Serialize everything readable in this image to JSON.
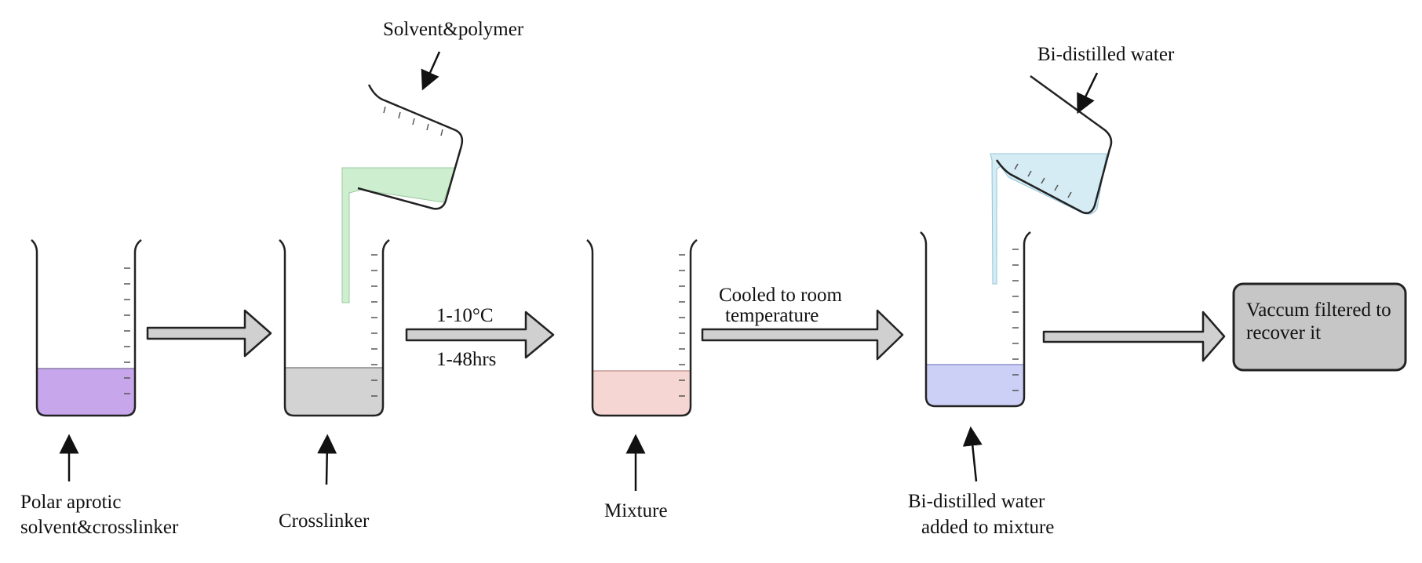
{
  "labels": {
    "solvent_polymer": "Solvent&polymer",
    "bi_distilled_water_top": "Bi-distilled water",
    "polar_line1": "Polar aprotic",
    "polar_line2": "solvent&crosslinker",
    "crosslinker": "Crosslinker",
    "mixture": "Mixture",
    "added_line1": "Bi-distilled water",
    "added_line2": "added to mixture"
  },
  "steps": {
    "temp": "1-10°C",
    "time": "1-48hrs",
    "cooled_line1": "Cooled to room",
    "cooled_line2": "temperature",
    "final_line1": "Vaccum filtered to",
    "final_line2": "recover it"
  },
  "colors": {
    "beaker1_liquid": "#c7a6ec",
    "beaker2_liquid": "#d3d3d3",
    "beaker3_liquid": "#f6d6d2",
    "beaker4_liquid": "#cdd0f6",
    "green_pour": "#cdefd0",
    "blue_pour": "#d5ecf5",
    "arrow_fill": "#d0d0d0",
    "box_fill": "#c6c6c6",
    "stroke": "#222222"
  }
}
